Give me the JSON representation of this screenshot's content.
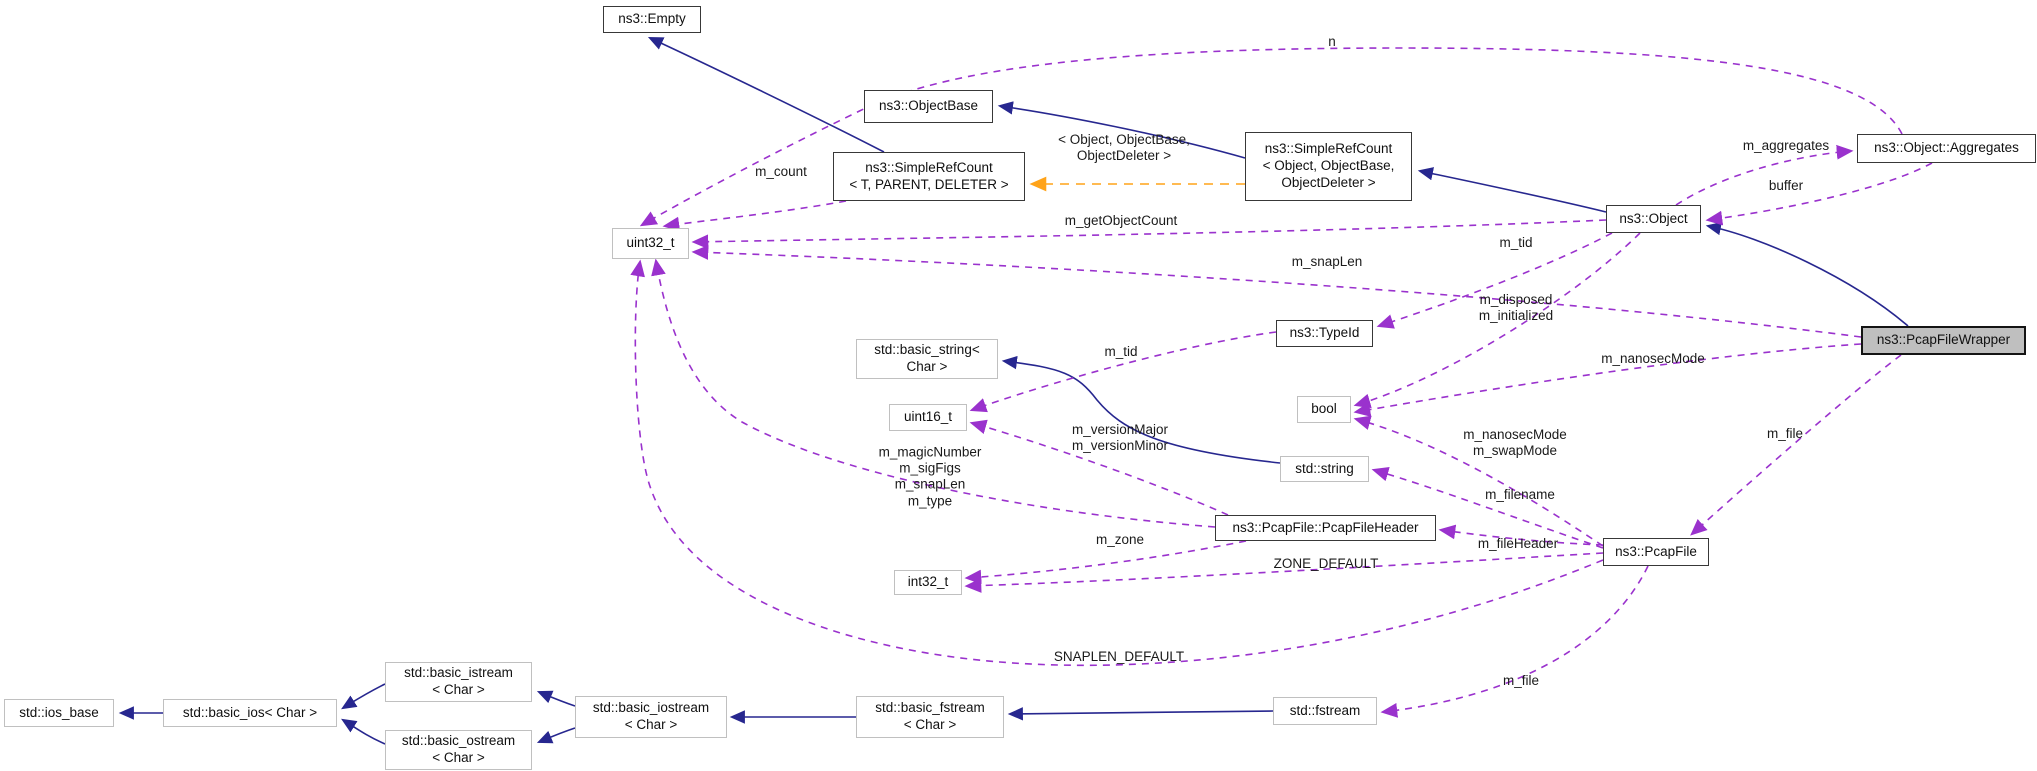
{
  "diagram": {
    "type": "doxygen-collaboration-graph",
    "focus_class": "ns3::PcapFileWrapper",
    "colors": {
      "inheritance": "#27278f",
      "usage": "#9a32cd",
      "template": "#ffa319",
      "internal_border": "#383838",
      "external_border": "#c0c0c0",
      "highlight_fill": "#bfbfbf",
      "background": "#ffffff"
    },
    "nodes": [
      {
        "id": "empty",
        "label": "ns3::Empty",
        "kind": "internal"
      },
      {
        "id": "objectbase",
        "label": "ns3::ObjectBase",
        "kind": "internal"
      },
      {
        "id": "simplerefcount_t",
        "label": "ns3::SimpleRefCount\n< T, PARENT, DELETER >",
        "kind": "internal"
      },
      {
        "id": "simplerefcount_obj",
        "label": "ns3::SimpleRefCount\n< Object, ObjectBase,\nObjectDeleter >",
        "kind": "internal"
      },
      {
        "id": "aggregates",
        "label": "ns3::Object::Aggregates",
        "kind": "internal"
      },
      {
        "id": "object",
        "label": "ns3::Object",
        "kind": "internal"
      },
      {
        "id": "uint32",
        "label": "uint32_t",
        "kind": "external"
      },
      {
        "id": "typeid",
        "label": "ns3::TypeId",
        "kind": "internal"
      },
      {
        "id": "wrapper",
        "label": "ns3::PcapFileWrapper",
        "kind": "highlight"
      },
      {
        "id": "basicstring",
        "label": "std::basic_string<\nChar >",
        "kind": "external"
      },
      {
        "id": "bool",
        "label": "bool",
        "kind": "external"
      },
      {
        "id": "uint16",
        "label": "uint16_t",
        "kind": "external"
      },
      {
        "id": "stdstring",
        "label": "std::string",
        "kind": "external"
      },
      {
        "id": "pcapheader",
        "label": "ns3::PcapFile::PcapFileHeader",
        "kind": "internal"
      },
      {
        "id": "pcapfile",
        "label": "ns3::PcapFile",
        "kind": "internal"
      },
      {
        "id": "int32",
        "label": "int32_t",
        "kind": "external"
      },
      {
        "id": "istream",
        "label": "std::basic_istream\n< Char >",
        "kind": "external"
      },
      {
        "id": "iosbase",
        "label": "std::ios_base",
        "kind": "external"
      },
      {
        "id": "basicios",
        "label": "std::basic_ios< Char >",
        "kind": "external"
      },
      {
        "id": "ostream",
        "label": "std::basic_ostream\n< Char >",
        "kind": "external"
      },
      {
        "id": "iostream",
        "label": "std::basic_iostream\n< Char >",
        "kind": "external"
      },
      {
        "id": "fstream_t",
        "label": "std::basic_fstream\n< Char >",
        "kind": "external"
      },
      {
        "id": "fstream",
        "label": "std::fstream",
        "kind": "external"
      }
    ],
    "edges": [
      {
        "id": "inh1",
        "from": "simplerefcount_t",
        "to": "empty",
        "kind": "inheritance",
        "label": ""
      },
      {
        "id": "inh2",
        "from": "simplerefcount_obj",
        "to": "objectbase",
        "kind": "inheritance",
        "label": ""
      },
      {
        "id": "inh3",
        "from": "object",
        "to": "simplerefcount_obj",
        "kind": "inheritance",
        "label": ""
      },
      {
        "id": "inh4",
        "from": "wrapper",
        "to": "object",
        "kind": "inheritance",
        "label": ""
      },
      {
        "id": "inh5",
        "from": "stdstring",
        "to": "basicstring",
        "kind": "inheritance",
        "label": ""
      },
      {
        "id": "inh6",
        "from": "basicios",
        "to": "iosbase",
        "kind": "inheritance",
        "label": ""
      },
      {
        "id": "inh7",
        "from": "istream",
        "to": "basicios",
        "kind": "inheritance",
        "label": ""
      },
      {
        "id": "inh8",
        "from": "ostream",
        "to": "basicios",
        "kind": "inheritance",
        "label": ""
      },
      {
        "id": "inh9",
        "from": "iostream",
        "to": "istream",
        "kind": "inheritance",
        "label": ""
      },
      {
        "id": "inh10",
        "from": "iostream",
        "to": "ostream",
        "kind": "inheritance",
        "label": ""
      },
      {
        "id": "inh11",
        "from": "fstream_t",
        "to": "iostream",
        "kind": "inheritance",
        "label": ""
      },
      {
        "id": "inh12",
        "from": "fstream",
        "to": "fstream_t",
        "kind": "inheritance",
        "label": ""
      },
      {
        "id": "tmpl1",
        "from": "simplerefcount_obj",
        "to": "simplerefcount_t",
        "kind": "template",
        "label": "< Object, ObjectBase,\nObjectDeleter >"
      },
      {
        "id": "u_n",
        "from": "aggregates",
        "to": "uint32",
        "kind": "usage",
        "label": "n"
      },
      {
        "id": "u_mcount",
        "from": "simplerefcount_t",
        "to": "uint32",
        "kind": "usage",
        "label": "m_count"
      },
      {
        "id": "u_getobj",
        "from": "object",
        "to": "uint32",
        "kind": "usage",
        "label": "m_getObjectCount"
      },
      {
        "id": "u_snaplen",
        "from": "wrapper",
        "to": "uint32",
        "kind": "usage",
        "label": "m_snapLen"
      },
      {
        "id": "u_magic",
        "from": "pcapheader",
        "to": "uint32",
        "kind": "usage",
        "label": "m_magicNumber\nm_sigFigs\nm_snapLen\nm_type"
      },
      {
        "id": "u_snapdef",
        "from": "pcapfile",
        "to": "uint32",
        "kind": "usage",
        "label": "SNAPLEN_DEFAULT"
      },
      {
        "id": "u_mtid1",
        "from": "object",
        "to": "typeid",
        "kind": "usage",
        "label": "m_tid"
      },
      {
        "id": "u_disp",
        "from": "object",
        "to": "bool",
        "kind": "usage",
        "label": "m_disposed\nm_initialized"
      },
      {
        "id": "u_nano1",
        "from": "wrapper",
        "to": "bool",
        "kind": "usage",
        "label": "m_nanosecMode"
      },
      {
        "id": "u_nano2",
        "from": "pcapfile",
        "to": "bool",
        "kind": "usage",
        "label": "m_nanosecMode\nm_swapMode"
      },
      {
        "id": "u_mtid2",
        "from": "typeid",
        "to": "uint16",
        "kind": "usage",
        "label": "m_tid"
      },
      {
        "id": "u_ver",
        "from": "pcapheader",
        "to": "uint16",
        "kind": "usage",
        "label": "m_versionMajor\nm_versionMinor"
      },
      {
        "id": "u_fname",
        "from": "pcapfile",
        "to": "stdstring",
        "kind": "usage",
        "label": "m_filename"
      },
      {
        "id": "u_fhdr",
        "from": "pcapfile",
        "to": "pcapheader",
        "kind": "usage",
        "label": "m_fileHeader"
      },
      {
        "id": "u_zone",
        "from": "pcapheader",
        "to": "int32",
        "kind": "usage",
        "label": "m_zone"
      },
      {
        "id": "u_zonedef",
        "from": "pcapfile",
        "to": "int32",
        "kind": "usage",
        "label": "ZONE_DEFAULT"
      },
      {
        "id": "u_file1",
        "from": "wrapper",
        "to": "pcapfile",
        "kind": "usage",
        "label": "m_file"
      },
      {
        "id": "u_file2",
        "from": "pcapfile",
        "to": "fstream",
        "kind": "usage",
        "label": "m_file"
      },
      {
        "id": "u_aggr",
        "from": "object",
        "to": "aggregates",
        "kind": "usage",
        "label": "m_aggregates"
      },
      {
        "id": "u_buffer",
        "from": "aggregates",
        "to": "object",
        "kind": "usage",
        "label": "buffer"
      }
    ]
  }
}
